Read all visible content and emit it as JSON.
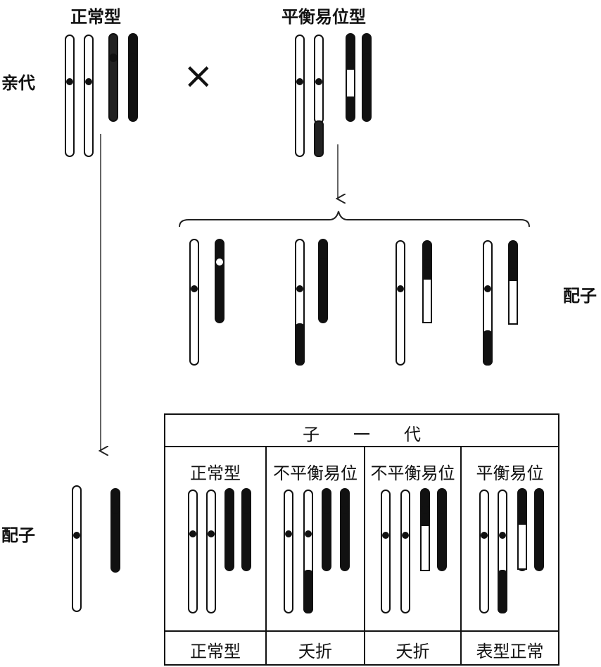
{
  "parents": {
    "normal_label": "正常型",
    "translocation_label": "平衡易位型",
    "generation_label": "亲代",
    "cross_symbol": "×"
  },
  "gametes": {
    "right_label": "配子",
    "left_label": "配子"
  },
  "offspring_table": {
    "title": "子　　一　　代",
    "columns": [
      {
        "header": "正常型",
        "outcome": "正常型"
      },
      {
        "header": "不平衡易位",
        "outcome": "夭折"
      },
      {
        "header": "不平衡易位",
        "outcome": "夭折"
      },
      {
        "header": "平衡易位",
        "outcome": "表型正常"
      }
    ]
  }
}
